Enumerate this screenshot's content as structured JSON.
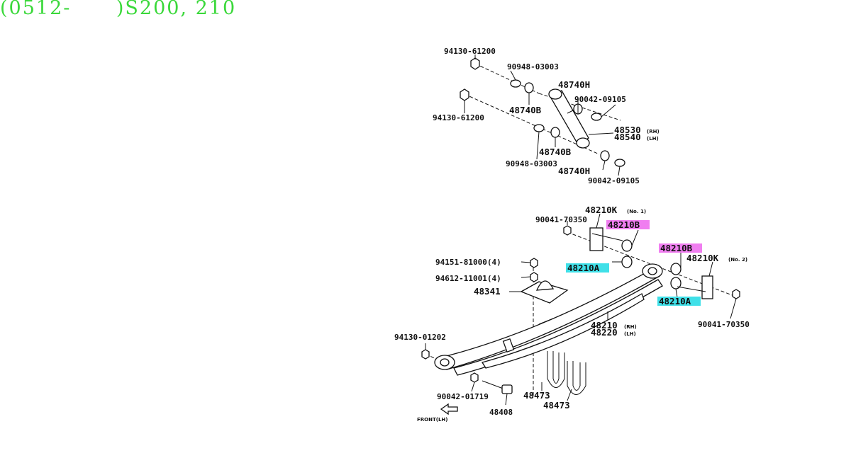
{
  "header": {
    "code": "(0512-      )S200, 210"
  },
  "colors": {
    "header_text": "#3ad83a",
    "highlight_magenta": "#f07ef0",
    "highlight_cyan": "#40e0e8"
  },
  "labels": {
    "l_94130_61200_top": "94130-61200",
    "l_90948_03003_top": "90948-03003",
    "l_48740h_top": "48740H",
    "l_90042_09105_top": "90042-09105",
    "l_94130_61200_mid": "94130-61200",
    "l_48740b_top": "48740B",
    "l_48530": "48530",
    "l_48530_rh": "(RH)",
    "l_48540": "48540",
    "l_48540_lh": "(LH)",
    "l_48740b_bottom": "48740B",
    "l_90948_03003_bottom": "90948-03003",
    "l_48740h_bottom": "48740H",
    "l_90042_09105_bottom": "90042-09105",
    "l_48210k_no1": "48210K",
    "l_no1": "(No. 1)",
    "l_90041_70350_top": "90041-70350",
    "l_48210b_top": "48210B",
    "l_48210b_right": "48210B",
    "l_48210k_no2": "48210K",
    "l_no2": "(No. 2)",
    "l_94151_81000": "94151-81000(4)",
    "l_48210a_left": "48210A",
    "l_94612_11001": "94612-11001(4)",
    "l_48341": "48341",
    "l_48210a_right": "48210A",
    "l_90041_70350_right": "90041-70350",
    "l_48210": "48210",
    "l_48210_rh": "(RH)",
    "l_48220": "48220",
    "l_48220_lh": "(LH)",
    "l_94130_01202": "94130-01202",
    "l_90042_01719": "90042-01719",
    "l_48473_a": "48473",
    "l_48473_b": "48473",
    "l_48408": "48408",
    "l_front": "FRONT(LH)"
  }
}
